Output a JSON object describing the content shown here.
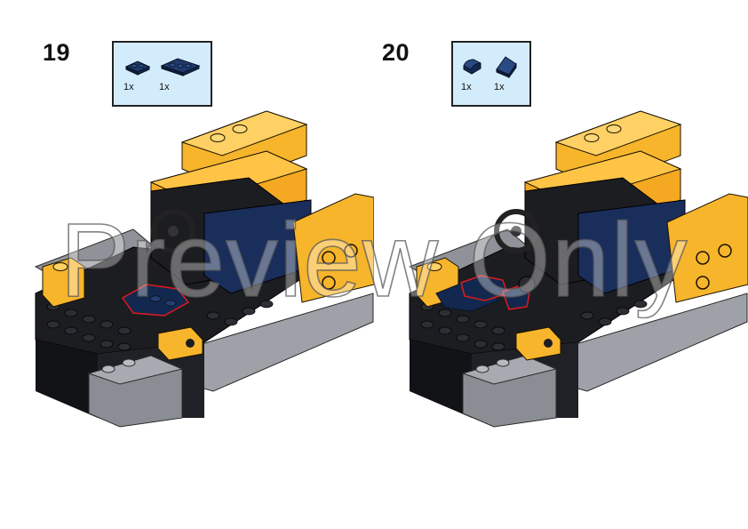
{
  "steps": [
    {
      "number": "19",
      "parts": [
        {
          "qty": "1x",
          "icon": "plate-1x2-dark-blue-icon",
          "color": "#13284f"
        },
        {
          "qty": "1x",
          "icon": "plate-1x3-dark-blue-icon",
          "color": "#13284f"
        }
      ]
    },
    {
      "number": "20",
      "parts": [
        {
          "qty": "1x",
          "icon": "curved-slope-1x1-dark-blue-icon",
          "color": "#13284f"
        },
        {
          "qty": "1x",
          "icon": "slope-1x1-dark-blue-icon",
          "color": "#13284f"
        }
      ]
    }
  ],
  "watermark": "Preview Only",
  "colors": {
    "callout_bg": "#d3ecfb",
    "brick_yellow": "#f7b52c",
    "brick_black": "#1c1d21",
    "brick_grey": "#8f9399",
    "brick_dark_blue": "#13284f",
    "highlight_red": "#e01a1a"
  }
}
